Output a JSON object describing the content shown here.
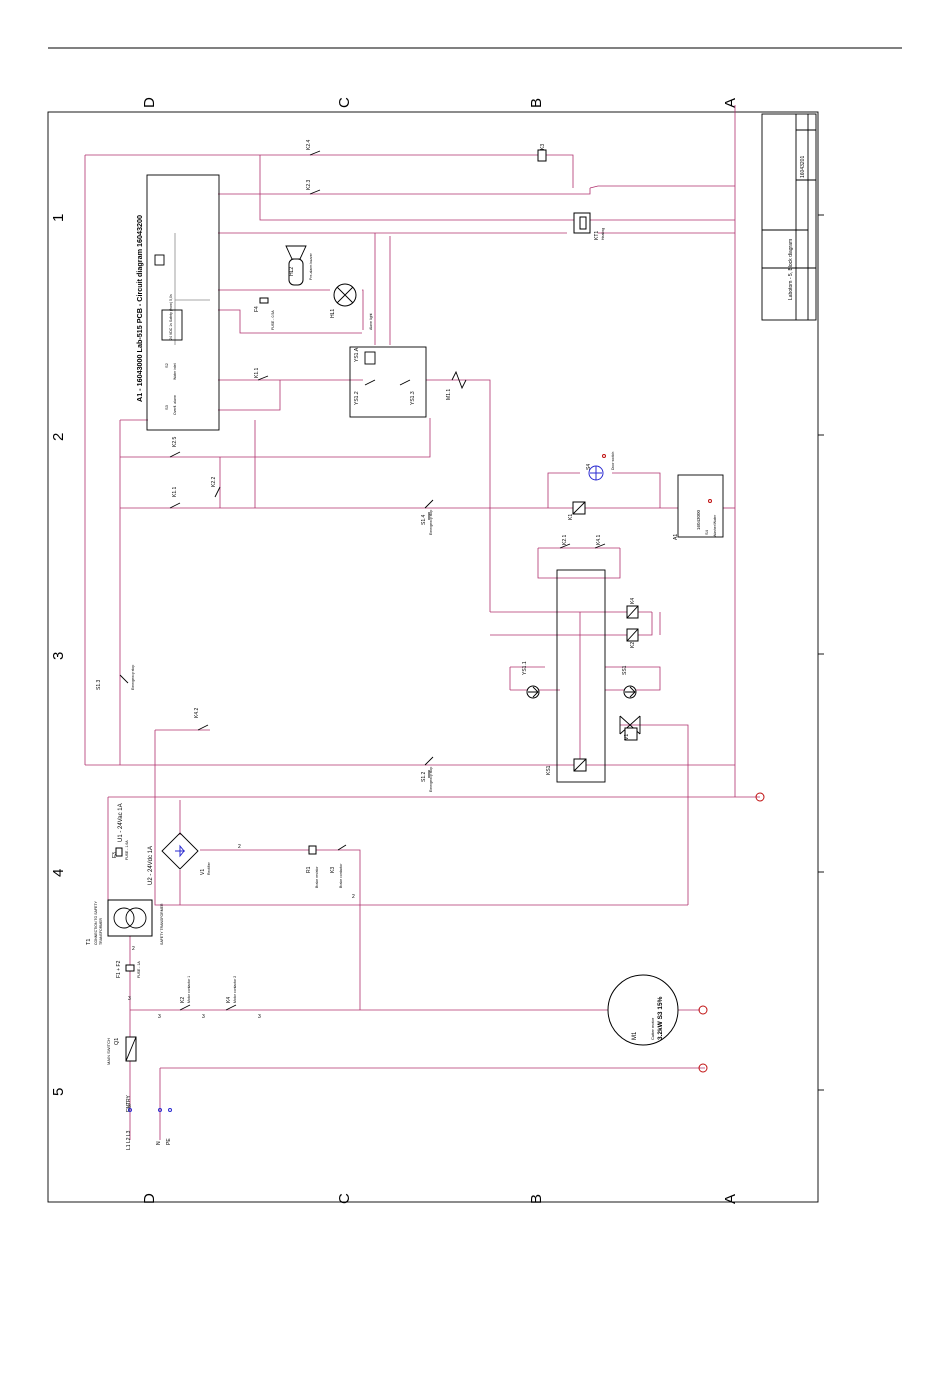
{
  "grid": {
    "top_letters": [
      "D",
      "C",
      "B",
      "A"
    ],
    "bottom_letters": [
      "D",
      "C",
      "B",
      "A"
    ],
    "left_numbers": [
      "1",
      "2",
      "3",
      "4",
      "5"
    ]
  },
  "labels": {
    "k24": "K2.4",
    "k3": "K3",
    "k23": "K2.3",
    "kt1": "KT1",
    "kt1_sub": "Heating",
    "a1_title": "A1 - 16043000 Lab-515 PCB - Circuit diagram 16043200",
    "s2": "S2",
    "s3": "S3",
    "s2_desc": "Water inlet",
    "s3_desc": "Overfl. alarm",
    "pcb_box": "24 VDC 1s Safety (from) 5,0s",
    "hl2": "HL2",
    "hl2_desc": "Pre-alarm buzzer",
    "hl1": "HL1",
    "hl1_desc": "Alarm light",
    "f4": "F4",
    "f4_desc": "FUSE - 0.5A",
    "k11": "K1.1",
    "ys1a": "YS1.A",
    "ys12": "YS1.2",
    "ys13": "YS1.3",
    "m11": "M1.1",
    "k25": "K2.5",
    "k22": "K2.2",
    "k1_1": "K1.1",
    "s4": "S4",
    "s4_desc": "Door switch",
    "s14": "S1.4",
    "s14_desc": "Emergency stop",
    "k1": "K1",
    "a1_right": "16043000",
    "a1_right_sub": "Washer/Water",
    "s4b": "S4",
    "a1_tag": "A1",
    "k21": "K2.1",
    "k41": "K4.1",
    "k4": "K4",
    "k2": "K2",
    "s13": "S1.3",
    "s13_desc": "Emergency stop",
    "ys11": "YS1.1",
    "ss1": "SS1",
    "k42": "K4.2",
    "v1v": "V1",
    "ks1": "KS1",
    "s12": "S1.2",
    "s12_desc": "Emergency stop",
    "f3": "F3",
    "f3_desc": "FUSE - 1.6A",
    "u1": "U1 - 24Vac 1A",
    "u2": "U2 - 24Vdc 1A",
    "v1": "V1",
    "v1_desc": "Rectifier",
    "r1": "R1",
    "r1_desc": "Brake resistor",
    "k3b": "K3",
    "k3b_desc": "Brake contactor",
    "two1": "2",
    "two2": "2",
    "two3": "2",
    "t1": "T1",
    "t1_desc1": "CONNECTION TO SAFETY",
    "t1_desc2": "TRANSFORMER",
    "t1_desc3": "SAFETY TRANSFORMER",
    "f1f2": "F1 + F2",
    "f1f2_desc": "FUSE - 1A",
    "k2b": "K2",
    "k2b_desc": "Motor contactor 1",
    "k4b": "K4",
    "k4b_desc": "Motor contactor 2",
    "q1": "Q1",
    "q1_desc": "MAIN SWITCH",
    "m1": "M1",
    "m1_line1": "3.2kW S3 15%",
    "m1_line2": "Cutter motor",
    "three1": "3",
    "three2": "3",
    "three3": "3",
    "three4": "3",
    "three5": "3",
    "entry": "ENTRY",
    "l123": "L1 L2 L3",
    "n": "N",
    "pe": "PE",
    "title_block": "Labotom - 5, Block diagram",
    "doc_no": "16043201"
  }
}
